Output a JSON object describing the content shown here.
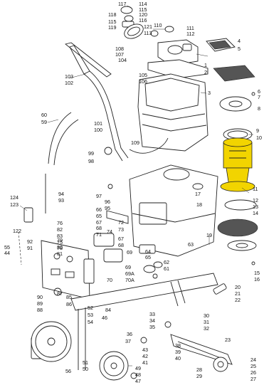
{
  "diagram": {
    "labels": [
      "117",
      "114",
      "115",
      "118",
      "120",
      "116",
      "115",
      "119",
      "121",
      "113",
      "110",
      "111",
      "112",
      "108",
      "107",
      "104",
      "4",
      "5",
      "1",
      "2",
      "103",
      "102",
      "105",
      "106",
      "3",
      "6",
      "7",
      "8",
      "60",
      "59",
      "101",
      "100",
      "109",
      "9",
      "10",
      "99",
      "98",
      "97",
      "96",
      "95",
      "94",
      "93",
      "11",
      "17",
      "12",
      "13",
      "14",
      "18",
      "124",
      "123",
      "66",
      "65",
      "67",
      "68",
      "71",
      "72",
      "73",
      "19",
      "63",
      "76",
      "82",
      "83",
      "75",
      "74",
      "67",
      "68",
      "69",
      "64",
      "65",
      "62",
      "61",
      "122",
      "55",
      "44",
      "92",
      "91",
      "78",
      "79",
      "80",
      "81",
      "69",
      "69A",
      "70A",
      "70",
      "85",
      "84",
      "90",
      "89",
      "88",
      "87",
      "86",
      "15",
      "16",
      "52",
      "53",
      "54",
      "46",
      "36",
      "33",
      "34",
      "35",
      "30",
      "31",
      "32",
      "20",
      "21",
      "22",
      "37",
      "43",
      "42",
      "41",
      "38",
      "39",
      "40",
      "23",
      "24",
      "25",
      "26",
      "27",
      "28",
      "29",
      "56",
      "51",
      "50",
      "49",
      "48",
      "47"
    ],
    "accent_color": "#f2d400",
    "line_color": "#222222"
  }
}
